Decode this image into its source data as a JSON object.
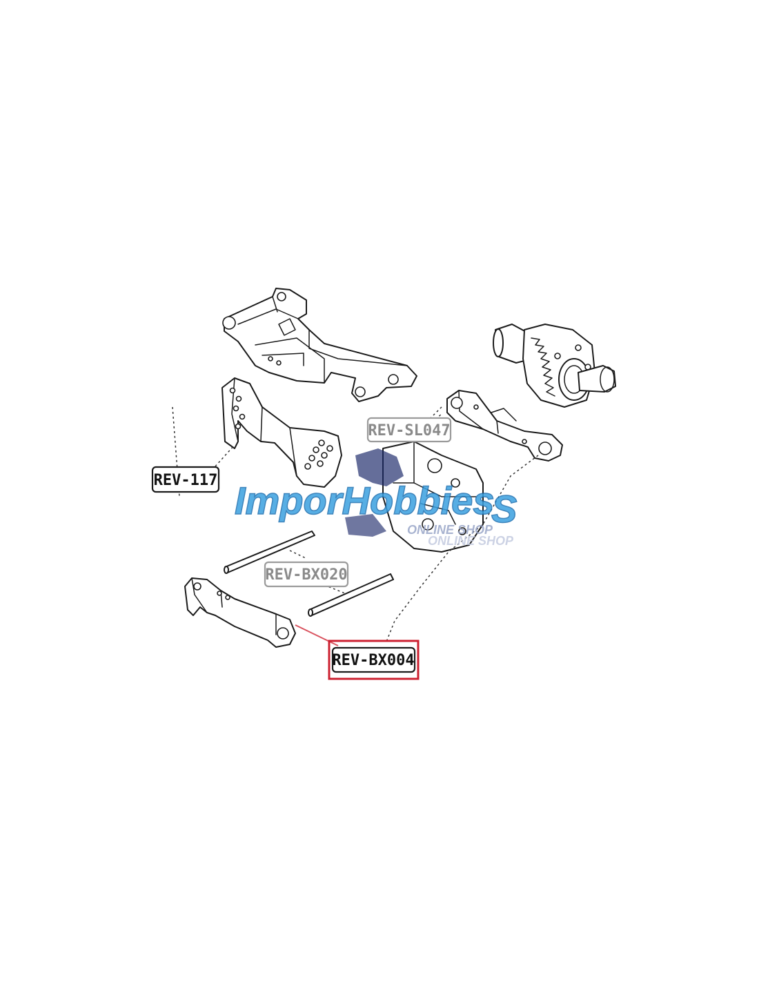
{
  "diagram": {
    "callouts": [
      {
        "id": "rev-117",
        "text": "REV-117",
        "style": "normal"
      },
      {
        "id": "rev-sl047",
        "text": "REV-SL047",
        "style": "muted"
      },
      {
        "id": "rev-bx020",
        "text": "REV-BX020",
        "style": "muted"
      },
      {
        "id": "rev-bx004",
        "text": "REV-BX004",
        "style": "highlight"
      }
    ],
    "watermark": {
      "brand": "ImporHobbies",
      "suffix": "S",
      "tagline": "ONLINE SHOP"
    },
    "colors": {
      "line": "#1a1a1a",
      "muted_text": "#8a8a8a",
      "highlight_frame": "#cc2030",
      "highlight_leader": "#d9535f",
      "watermark_blue": "#3aa0e0",
      "watermark_navy": "#1d2a6b"
    }
  }
}
